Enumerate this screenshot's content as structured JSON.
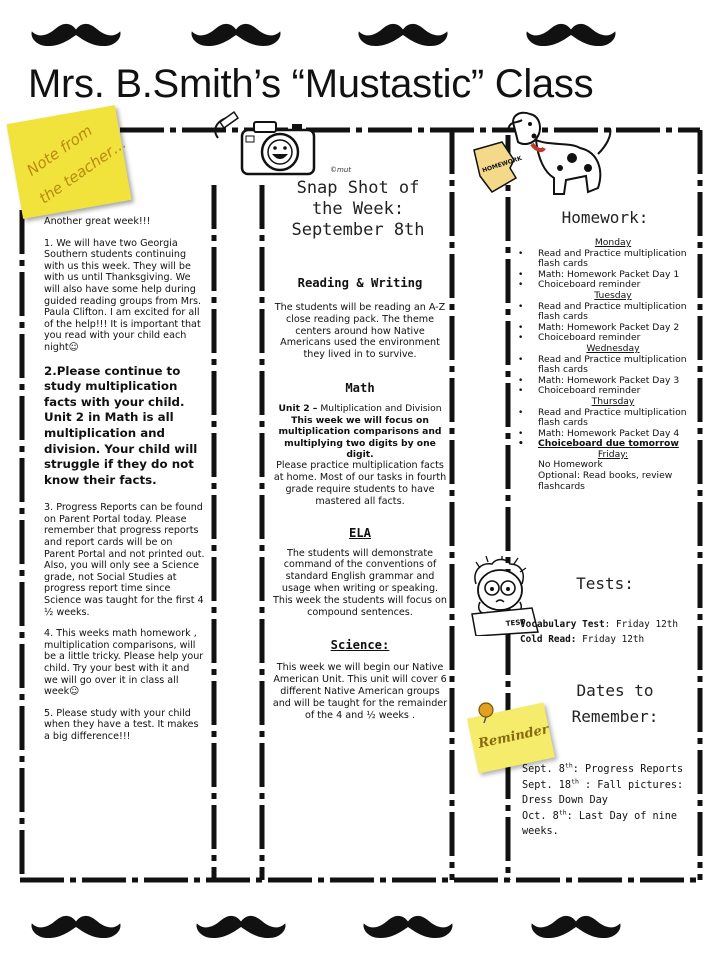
{
  "title": "Mrs. B.Smith’s “Mustastic” Class",
  "note_tag": {
    "line1": "Note from",
    "line2": "the teacher…"
  },
  "teacher_note": {
    "p0": "Another great week!!!",
    "p1": "1.  We will have two Georgia Southern students continuing with us this week. They will be with us until Thanksgiving. We will also have some help during guided reading groups from Mrs. Paula Clifton. I am excited for all of the help!!! It is important that you read with your child each night☺",
    "p2": "2.Please continue to study multiplication facts with your child. Unit 2 in Math is all multiplication and division. Your child will struggle if they do not know their facts.",
    "p3": "3. Progress Reports can be found on Parent Portal today. Please remember that progress reports and report cards will be on Parent Portal and not printed out. Also, you will only see a Science grade, not Social Studies at progress report time since Science was taught for the first 4 ½ weeks.",
    "p4": "4. This weeks math homework , multiplication comparisons, will be a little tricky. Please help your child.  Try your best with it and we will go over it in class all week☺",
    "p5": "5. Please study with your child when they have a test. It makes a big difference!!!"
  },
  "snapshot": {
    "heading_line1": "Snap Shot of",
    "heading_line2": "the Week:",
    "heading_line3": "September 8th",
    "camera_signature": "©mut",
    "reading_title": "Reading & Writing",
    "reading_text": "The students will be reading an A-Z  close reading pack. The theme centers around how Native Americans used the environment they lived in to survive.",
    "math_title": "Math",
    "math_unit": "Unit 2 –",
    "math_unit_rest": " Multiplication and Division",
    "math_bold": "This week we will focus on multiplication comparisons and multiplying two digits by one digit.",
    "math_text": "Please practice multiplication facts at home. Most of our tasks in fourth grade require students to have mastered all facts.",
    "ela_title": "ELA",
    "ela_text": "The students will demonstrate command of the conventions of standard English grammar and usage when writing or speaking. This week the students will focus on compound sentences.",
    "science_title": "Science:",
    "science_text": "This week we will begin our Native American Unit.  This unit  will  cover  6 different Native American groups  and will be taught for the remainder  of the 4  and ½ weeks ."
  },
  "homework": {
    "heading": "Homework:",
    "dog_sign": "HOMEWORK",
    "monday": "Monday",
    "monday_items": [
      "Read and Practice multiplication flash cards",
      "Math: Homework Packet Day 1",
      "Choiceboard  reminder"
    ],
    "tuesday": "Tuesday",
    "tuesday_items": [
      "Read and Practice multiplication flash cards",
      "Math: Homework Packet Day 2",
      "Choiceboard  reminder"
    ],
    "wednesday": "Wednesday",
    "wednesday_items": [
      "Read and Practice multiplication flash cards",
      "Math: Homework Packet Day 3",
      "Choiceboard reminder"
    ],
    "thursday": "Thursday",
    "thursday_items": [
      "Read and Practice multiplication flash cards",
      "Math: Homework Packet Day 4"
    ],
    "thursday_due": "Choiceboard due tomorrow",
    "friday": "Friday:",
    "friday_line1": "No Homework",
    "friday_line2": "Optional: Read books, review flashcards"
  },
  "tests": {
    "heading": "Tests:",
    "vocab_label": "Vocabulary Test",
    "vocab_value": ": Friday 12th",
    "cold_label": "Cold Read:",
    "cold_value": " Friday 12th",
    "paper_label": "TEST"
  },
  "dates": {
    "heading_line1": "Dates to",
    "heading_line2": "Remember:",
    "reminder_label": "Reminder",
    "d1_pre": "Sept. 8",
    "d1_sup": "th",
    "d1_post": ": Progress Reports",
    "d2_pre": "Sept. 18",
    "d2_sup": "th",
    "d2_post": " : Fall pictures: Dress Down Day",
    "d3_pre": "Oct. 8",
    "d3_sup": "th",
    "d3_post": ": Last Day of nine weeks."
  }
}
